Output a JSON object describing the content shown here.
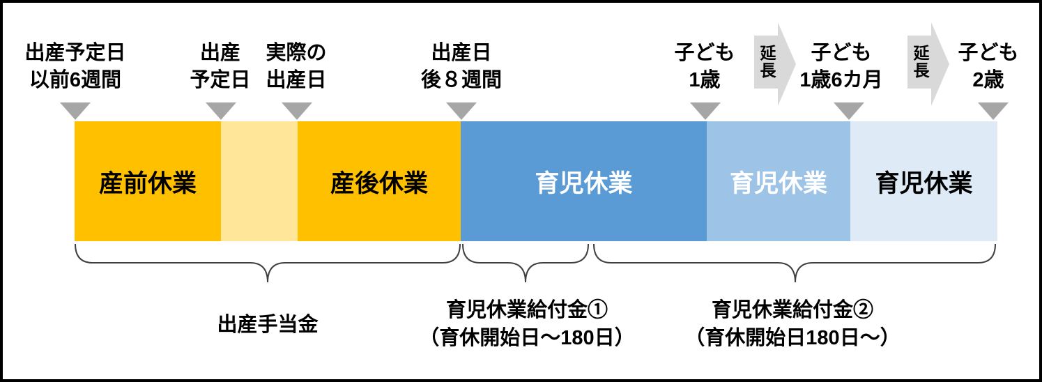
{
  "milestones": [
    {
      "line1": "出産予定日",
      "line2": "以前6週間"
    },
    {
      "line1": "出産",
      "line2": "予定日"
    },
    {
      "line1": "実際の",
      "line2": "出産日"
    },
    {
      "line1": "出産日",
      "line2": "後８週間"
    },
    {
      "line1": "子ども",
      "line2": "1歳"
    },
    {
      "line1": "子ども",
      "line2": "1歳6カ月"
    },
    {
      "line1": "子ども",
      "line2": "2歳"
    }
  ],
  "extensions": [
    {
      "label": "延長"
    },
    {
      "label": "延長"
    }
  ],
  "segments": [
    {
      "label": "産前休業"
    },
    {
      "label": ""
    },
    {
      "label": "産後休業"
    },
    {
      "label": "育児休業"
    },
    {
      "label": "育児休業"
    },
    {
      "label": "育児休業"
    }
  ],
  "benefits": [
    {
      "line1": "出産手当金",
      "line2": ""
    },
    {
      "line1": "育児休業給付金①",
      "line2": "（育休開始日～180日）"
    },
    {
      "line1": "育児休業給付金②",
      "line2": "（育休開始日180日～）"
    }
  ],
  "colors": {
    "maternity_leave": "#FFC000",
    "due_to_birth_gap": "#FFE699",
    "childcare_leave_1": "#5B9BD5",
    "childcare_leave_2": "#9DC3E6",
    "childcare_leave_3": "#DEEBF7",
    "milestone_marker": "#A6A6A6",
    "extension_arrow": "#D9D9D9",
    "brace_stroke": "#3F3F3F"
  }
}
